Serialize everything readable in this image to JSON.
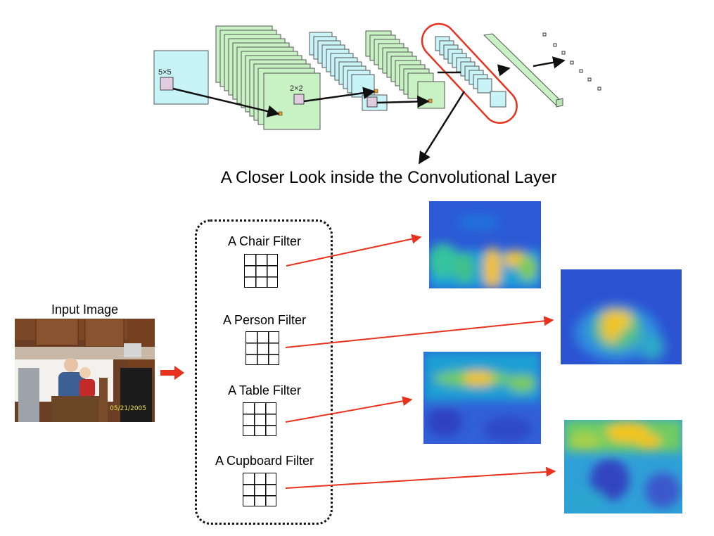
{
  "architecture": {
    "kernel_label_1": "5×5",
    "kernel_label_2": "2×2"
  },
  "headline": "A Closer Look inside the Convolutional Layer",
  "input": {
    "label": "Input Image",
    "photo_date": "05/21/2005"
  },
  "filters": [
    {
      "label": "A Chair Filter"
    },
    {
      "label": "A Person Filter"
    },
    {
      "label": "A Table Filter"
    },
    {
      "label": "A Cupboard Filter"
    }
  ],
  "colors": {
    "input_layer": "#c8f4f7",
    "conv_layer": "#c9f2c4",
    "highlight": "#e8321e",
    "arrow": "#e8321e",
    "kernel": "#e2cde0"
  }
}
